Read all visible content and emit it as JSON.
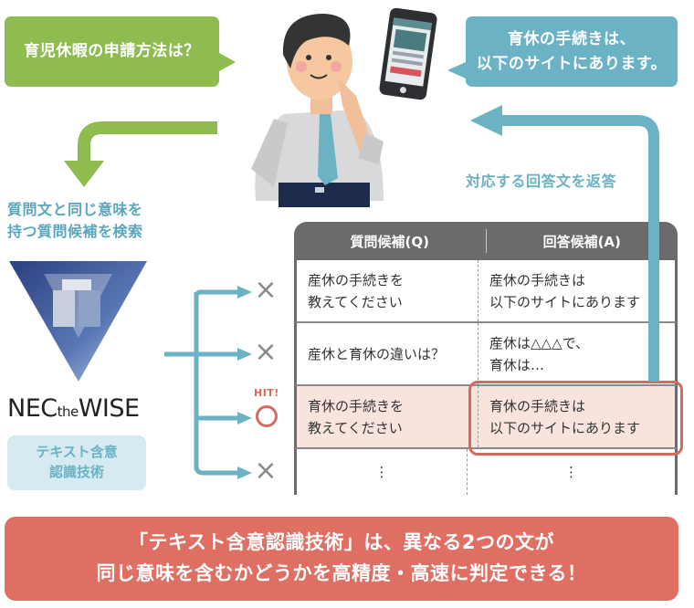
{
  "bubbles": {
    "question": "育児休暇の申請方法は？",
    "answer_line1": "育休の手続きは、",
    "answer_line2": "以下のサイトにあります。"
  },
  "steps": {
    "search_line1": "質問文と同じ意味を",
    "search_line2": "持つ質問候補を検索",
    "return": "対応する回答文を返答"
  },
  "logo": {
    "brand_main": "NEC",
    "brand_small": "the",
    "brand_tail": "WISE"
  },
  "tech_badge": {
    "line1": "テキスト含意",
    "line2": "認識技術"
  },
  "table": {
    "headers": [
      "質問候補(Q)",
      "回答候補(A)"
    ],
    "rows": [
      {
        "q1": "産休の手続きを",
        "q2": "教えてください",
        "a1": "産休の手続きは",
        "a2": "以下のサイトにあります",
        "result": "×"
      },
      {
        "q1": "産休と育休の違いは？",
        "q2": "",
        "a1": "産休は△△△で、",
        "a2": "育休は…",
        "result": "×"
      },
      {
        "q1": "育休の手続きを",
        "q2": "教えてください",
        "a1": "育休の手続きは",
        "a2": "以下のサイトにあります",
        "result": "○"
      },
      {
        "q1": "⋮",
        "q2": "",
        "a1": "⋮",
        "a2": "",
        "result": "×"
      }
    ],
    "hit_label": "HIT!"
  },
  "banner": {
    "line1": "「テキスト含意認識技術」は、異なる2つの文が",
    "line2": "同じ意味を含むかどうかを高精度・高速に判定できる！"
  },
  "colors": {
    "green": "#8fbc4f",
    "blue": "#6bb2c5",
    "red": "#df6f62",
    "table_header": "#6b6b6e",
    "hit_row": "#f8e3dd"
  }
}
